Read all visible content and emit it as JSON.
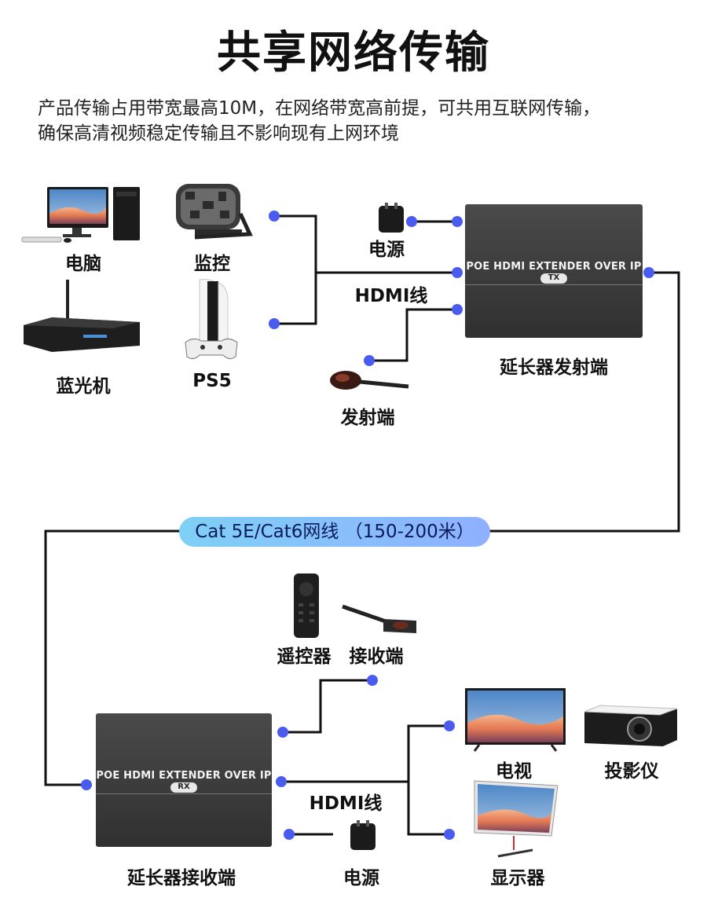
{
  "title": "共享网络传输",
  "subtitle": {
    "line1": "产品传输占用带宽最高10M，在网络带宽高前提，可共用互联网传输，",
    "line2": "确保高清视频稳定传输且不影响现有上网环境"
  },
  "sources": {
    "pc": "电脑",
    "camera": "监控",
    "bluray": "蓝光机",
    "ps5": "PS5"
  },
  "transmitter": {
    "power_label": "电源",
    "hdmi_label": "HDMI线",
    "ir_label": "发射端",
    "device_text": "POE HDMI EXTENDER OVER IP",
    "device_badge": "TX",
    "caption": "延长器发射端"
  },
  "cable": "Cat 5E/Cat6网线 （150-200米）",
  "receiver": {
    "remote_label": "遥控器",
    "ir_label": "接收端",
    "device_text": "POE HDMI EXTENDER OVER IP",
    "device_badge": "RX",
    "hdmi_label": "HDMI线",
    "power_label": "电源",
    "caption": "延长器接收端"
  },
  "displays": {
    "tv": "电视",
    "projector": "投影仪",
    "monitor": "显示器"
  },
  "colors": {
    "dot": "#4a5cf0",
    "wire": "#111111",
    "device_dark": "#3c3c3c"
  }
}
